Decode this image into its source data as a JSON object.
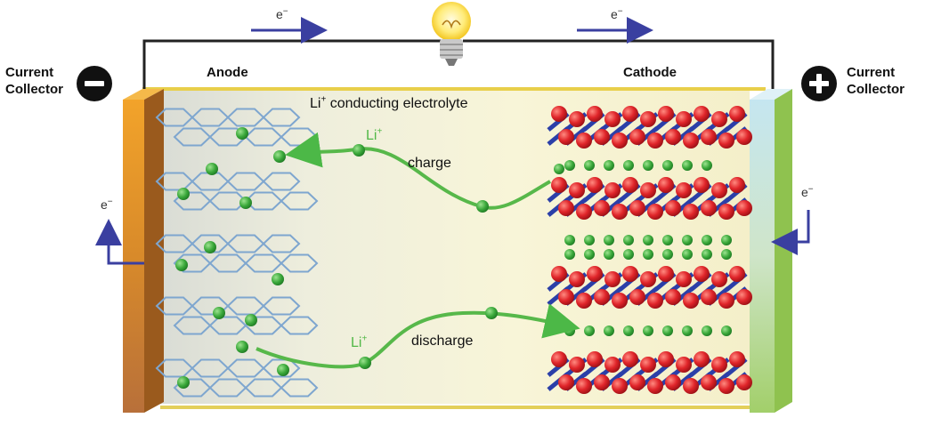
{
  "diagram": {
    "left_collector": "Current\nCollector",
    "right_collector": "Current\nCollector",
    "anode": "Anode",
    "cathode": "Cathode",
    "electrolyte_prefix": "Li",
    "electrolyte_sup": "+",
    "electrolyte_rest": " conducting electrolyte",
    "charge": "charge",
    "discharge": "discharge",
    "li_ion_base": "Li",
    "li_ion_sup": "+",
    "electron_base": "e",
    "electron_sup": "−",
    "minus_sign": "−",
    "plus_sign": "+",
    "colors": {
      "wire": "#222222",
      "arrow_blue": "#3a3fa0",
      "ion_green": "#4cb847",
      "curve_green": "#57b84a",
      "graphite_blue": "#7ea6cf",
      "cathode_red": "#d8252a",
      "cathode_blue": "#2b3fa8",
      "left_plate": "#e8962a",
      "right_plate": "#b7dfe9",
      "electrolyte_bg": "#f6f4dc"
    },
    "icons": [
      "lightbulb-icon",
      "minus-terminal-icon",
      "plus-terminal-icon"
    ]
  }
}
